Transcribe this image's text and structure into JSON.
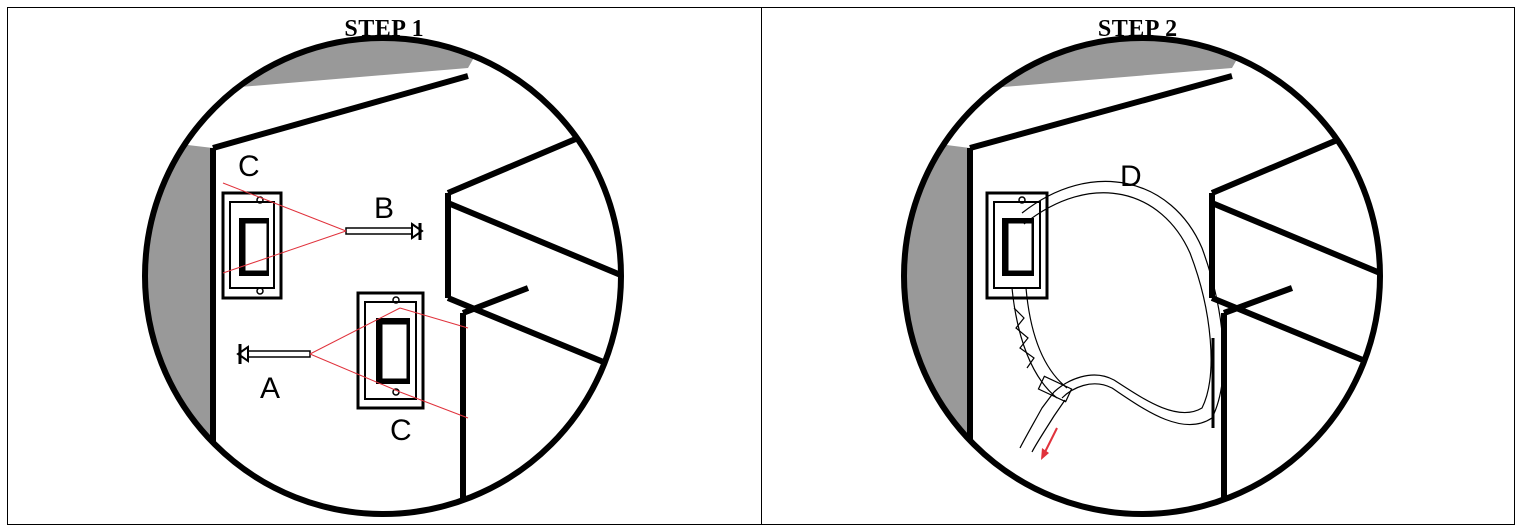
{
  "steps": [
    {
      "title": "STEP 1",
      "labels": {
        "c_top": "C",
        "b": "B",
        "a": "A",
        "c_bottom": "C"
      }
    },
    {
      "title": "STEP 2",
      "labels": {
        "d": "D"
      }
    }
  ],
  "colors": {
    "guide_line": "#e0323c",
    "arrow": "#e0323c",
    "wall_shade": "#999999",
    "ink": "#000000"
  }
}
